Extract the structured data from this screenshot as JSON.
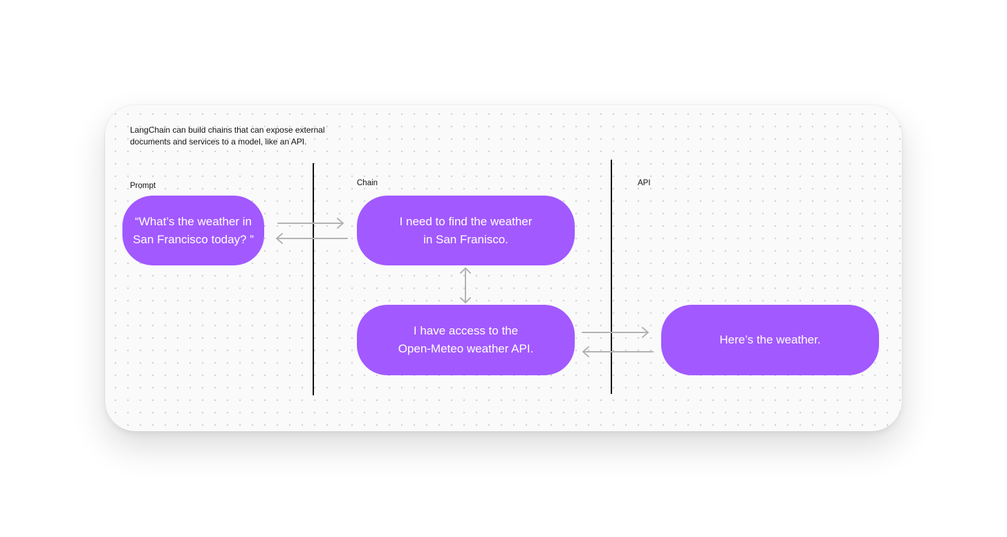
{
  "intro_text": "LangChain can build chains that can expose external documents and services to a model, like an API.",
  "columns": {
    "prompt": "Prompt",
    "chain": "Chain",
    "api": "API"
  },
  "nodes": {
    "prompt_message": "“What’s the weather in\nSan Francisco today? ”",
    "chain_find": "I need to find the weather\nin San Franisco.",
    "chain_access": "I have access to the\nOpen-Meteo weather API.",
    "api_response": "Here’s the weather."
  },
  "colors": {
    "node_fill": "#a259ff",
    "arrow": "#b3b3b3",
    "divider": "#111111"
  }
}
